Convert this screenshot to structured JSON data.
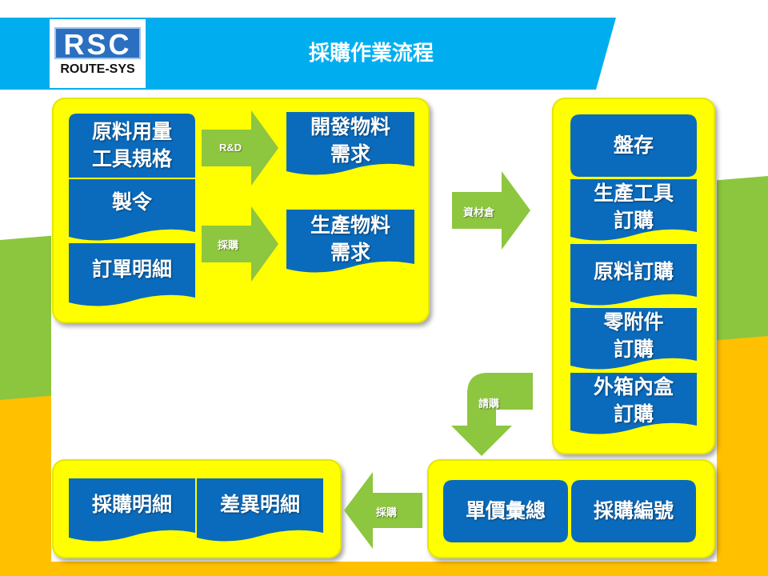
{
  "header": {
    "logo_mark": "RSC",
    "logo_text": "ROUTE-SYS",
    "title": "採購作業流程"
  },
  "panels": {
    "top_left": {
      "boxes": [
        "原料用量\n工具規格",
        "製令",
        "訂單明細"
      ],
      "targets": [
        "開發物料\n需求",
        "生產物料\n需求"
      ],
      "arrows": [
        "R&D",
        "採購"
      ]
    },
    "mid_arrow": "資材倉",
    "right": {
      "boxes": [
        "盤存",
        "生產工具\n訂購",
        "原料訂購",
        "零附件\n訂購",
        "外箱內盒\n訂購"
      ]
    },
    "down_arrow": "請購",
    "bottom_right": {
      "boxes": [
        "單價彙總",
        "採購編號"
      ]
    },
    "left_arrow": "採購",
    "bottom_left": {
      "boxes": [
        "採購明細",
        "差異明細"
      ]
    }
  },
  "colors": {
    "header_blue": "#00aeef",
    "panel_yellow": "#ffff00",
    "box_blue": "#0a6bbd",
    "arrow_green": "#8dc63f",
    "band_green": "#8cc63f",
    "band_orange": "#ffc000"
  }
}
